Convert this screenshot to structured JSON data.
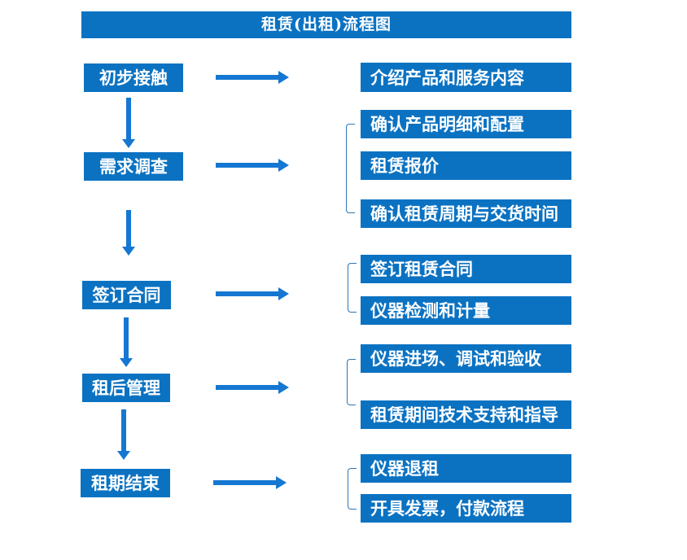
{
  "title": "租赁(出租)流程图",
  "colors": {
    "box_blue": "#0b72c2",
    "arrow_blue": "#1577d2",
    "bracket_blue": "#2e75b6",
    "text_white": "#ffffff"
  },
  "steps": [
    {
      "label": "初步接触",
      "outputs": [
        "介绍产品和服务内容"
      ]
    },
    {
      "label": "需求调查",
      "outputs": [
        "确认产品明细和配置",
        "租赁报价",
        "确认租赁周期与交货时间"
      ]
    },
    {
      "label": "签订合同",
      "outputs": [
        "签订租赁合同",
        "仪器检测和计量"
      ]
    },
    {
      "label": "租后管理",
      "outputs": [
        "仪器进场、调试和验收",
        "租赁期间技术支持和指导"
      ]
    },
    {
      "label": "租期结束",
      "outputs": [
        "仪器退租",
        "开具发票，付款流程"
      ]
    }
  ]
}
